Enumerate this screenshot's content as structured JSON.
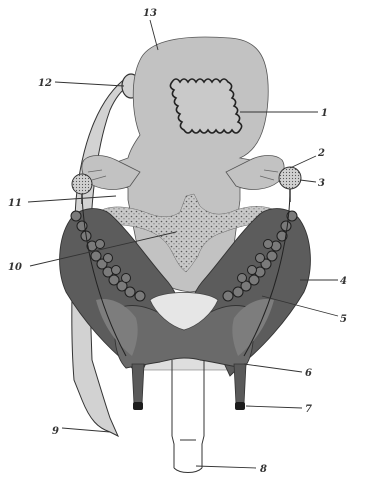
{
  "labels": {
    "l1": "1",
    "l2": "2",
    "l3": "3",
    "l4": "4",
    "l5": "5",
    "l6": "6",
    "l7": "7",
    "l8": "8",
    "l9": "9",
    "l10": "10",
    "l11": "11",
    "l12": "12",
    "l13": "13"
  },
  "colors": {
    "background": "#ffffff",
    "light_gray": "#c4c4c4",
    "mid_gray": "#9a9a9a",
    "dark_gray": "#5e5e5e",
    "stipple": "#a8a8a8",
    "line": "#333333"
  }
}
